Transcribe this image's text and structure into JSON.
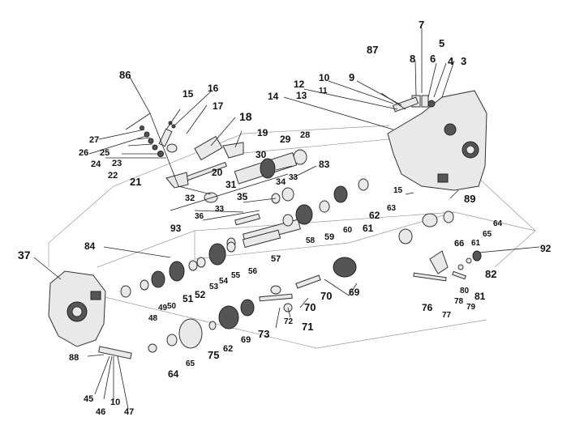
{
  "diagram": {
    "type": "exploded-parts-diagram",
    "callouts": [
      "3",
      "4",
      "5",
      "6",
      "7",
      "8",
      "9",
      "10",
      "11",
      "12",
      "13",
      "14",
      "15",
      "16",
      "17",
      "18",
      "19",
      "20",
      "21",
      "22",
      "23",
      "24",
      "25",
      "26",
      "27",
      "28",
      "29",
      "30",
      "31",
      "32",
      "33",
      "34",
      "35",
      "36",
      "37",
      "45",
      "46",
      "47",
      "48",
      "49",
      "50",
      "51",
      "52",
      "53",
      "54",
      "55",
      "56",
      "57",
      "58",
      "59",
      "60",
      "61",
      "62",
      "63",
      "64",
      "65",
      "66",
      "69",
      "70",
      "71",
      "72",
      "73",
      "75",
      "76",
      "77",
      "78",
      "79",
      "80",
      "81",
      "82",
      "83",
      "84",
      "86",
      "87",
      "88",
      "89",
      "92",
      "93"
    ]
  },
  "labels": {
    "l3": "3",
    "l4": "4",
    "l5": "5",
    "l6": "6",
    "l7": "7",
    "l8": "8",
    "l9": "9",
    "l10a": "10",
    "l11": "11",
    "l12": "12",
    "l13": "13",
    "l14": "14",
    "l15a": "15",
    "l15b": "15",
    "l16": "16",
    "l17": "17",
    "l18": "18",
    "l19": "19",
    "l20": "20",
    "l21": "21",
    "l22": "22",
    "l23": "23",
    "l24": "24",
    "l25": "25",
    "l26": "26",
    "l27": "27",
    "l28": "28",
    "l29": "29",
    "l30": "30",
    "l31": "31",
    "l32": "32",
    "l33a": "33",
    "l33b": "33",
    "l34": "34",
    "l35": "35",
    "l36": "36",
    "l37": "37",
    "l45": "45",
    "l46": "46",
    "l10b": "10",
    "l47": "47",
    "l48": "48",
    "l49": "49",
    "l50": "50",
    "l51": "51",
    "l52": "52",
    "l53": "53",
    "l54": "54",
    "l55": "55",
    "l56": "56",
    "l57": "57",
    "l58": "58",
    "l59": "59",
    "l60": "60",
    "l61a": "61",
    "l61b": "61",
    "l62a": "62",
    "l62b": "62",
    "l63": "63",
    "l64a": "64",
    "l64b": "64",
    "l65a": "65",
    "l65b": "65",
    "l66": "66",
    "l69a": "69",
    "l69b": "69",
    "l70a": "70",
    "l70b": "70",
    "l71": "71",
    "l72": "72",
    "l73": "73",
    "l75": "75",
    "l76": "76",
    "l77": "77",
    "l78": "78",
    "l79": "79",
    "l80": "80",
    "l81": "81",
    "l82": "82",
    "l83": "83",
    "l84": "84",
    "l86": "86",
    "l87": "87",
    "l88": "88",
    "l89": "89",
    "l92": "92",
    "l93": "93"
  }
}
